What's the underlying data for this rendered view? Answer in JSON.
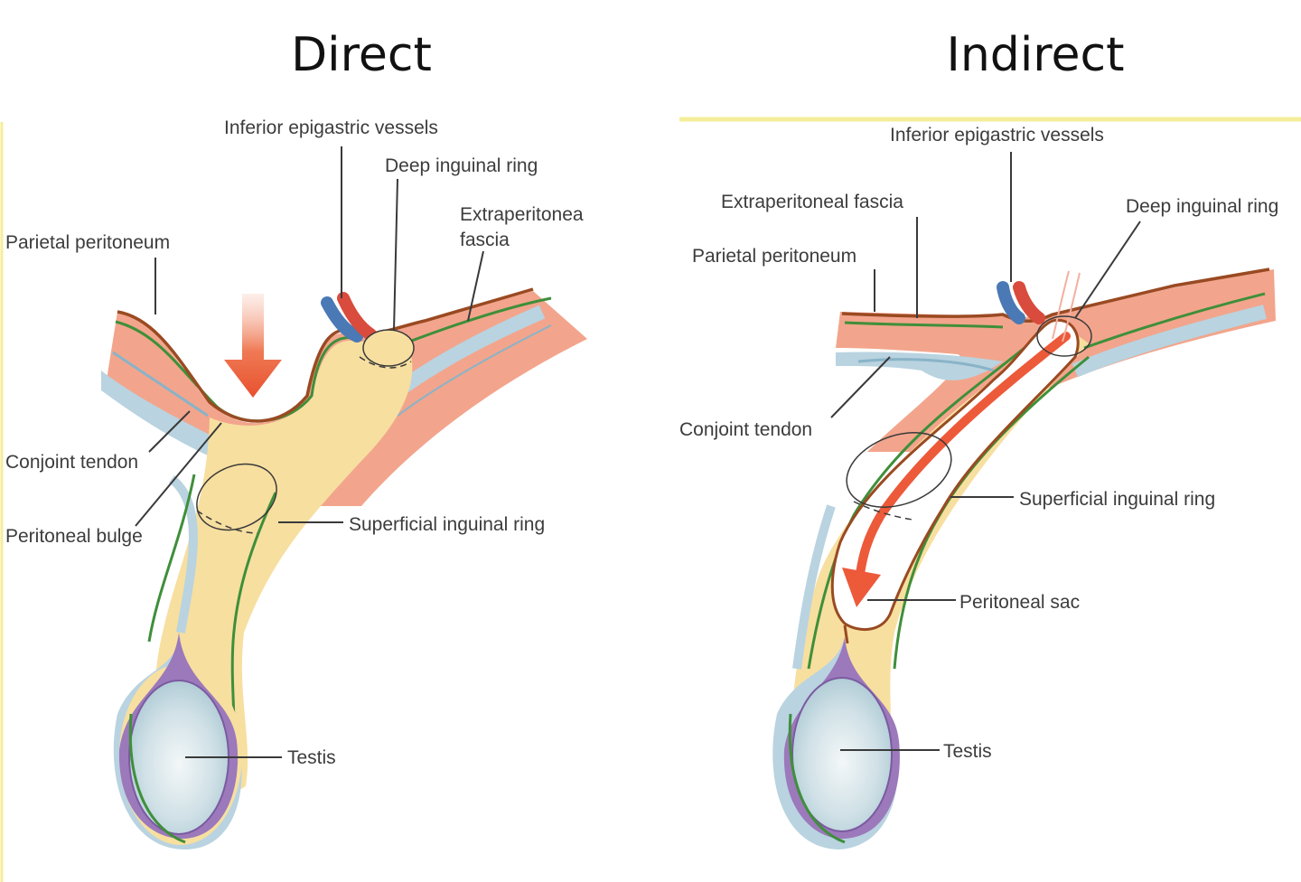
{
  "panels": {
    "direct": {
      "title": "Direct",
      "labels": {
        "inferior_epigastric": "Inferior epigastric vessels",
        "deep_ring": "Deep inguinal ring",
        "extraperitoneal_1": "Extraperitonea",
        "extraperitoneal_2": "fascia",
        "parietal": "Parietal peritoneum",
        "conjoint": "Conjoint tendon",
        "bulge": "Peritoneal bulge",
        "superficial": "Superficial inguinal ring",
        "testis": "Testis"
      }
    },
    "indirect": {
      "title": "Indirect",
      "labels": {
        "inferior_epigastric": "Inferior epigastric vessels",
        "extraperitoneal": "Extraperitoneal fascia",
        "deep_ring": "Deep inguinal ring",
        "parietal": "Parietal peritoneum",
        "conjoint": "Conjoint tendon",
        "superficial": "Superficial inguinal ring",
        "sac": "Peritoneal sac",
        "testis": "Testis"
      }
    }
  },
  "colors": {
    "peritoneum": "#9a4a22",
    "fascia_green": "#3f8f3a",
    "fat_yellow": "#f7dfa0",
    "muscle_salmon": "#f2a58c",
    "tendon_blue": "#b9d3e0",
    "testis_purple": "#9b79bb",
    "arrow_red": "#ec5a3a",
    "page_edge_yellow": "#f4ee9a"
  }
}
